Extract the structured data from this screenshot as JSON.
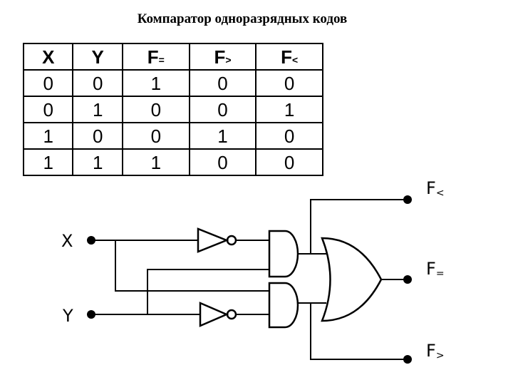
{
  "title": "Компаратор одноразрядных кодов",
  "truth_table": {
    "headers": [
      {
        "main": "X",
        "sub": ""
      },
      {
        "main": "Y",
        "sub": ""
      },
      {
        "main": "F",
        "sub": "="
      },
      {
        "main": "F",
        "sub": ">"
      },
      {
        "main": "F",
        "sub": "<"
      }
    ],
    "rows": [
      [
        "0",
        "0",
        "1",
        "0",
        "0"
      ],
      [
        "0",
        "1",
        "0",
        "0",
        "1"
      ],
      [
        "1",
        "0",
        "0",
        "1",
        "0"
      ],
      [
        "1",
        "1",
        "1",
        "0",
        "0"
      ]
    ]
  },
  "circuit": {
    "inputs": {
      "x": "X",
      "y": "Y"
    },
    "outputs": {
      "lt": {
        "main": "F",
        "sub": "<"
      },
      "eq": {
        "main": "F",
        "sub": "="
      },
      "gt": {
        "main": "F",
        "sub": ">"
      }
    }
  }
}
